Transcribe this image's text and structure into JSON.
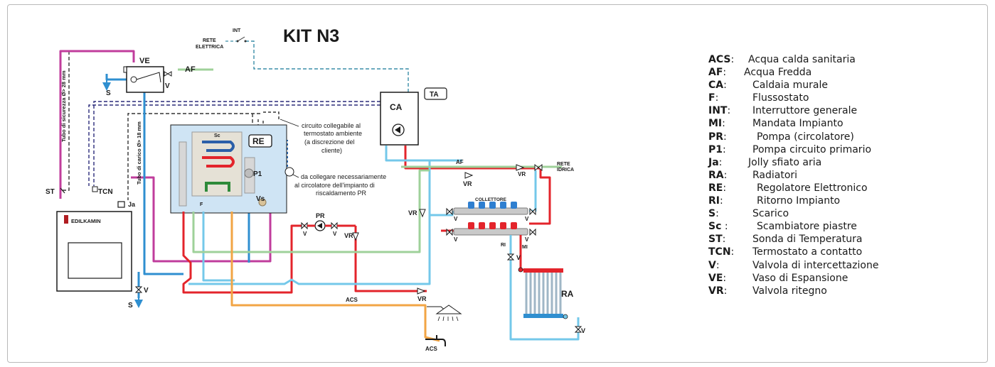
{
  "title": "KIT N3",
  "labels": {
    "int": "INT",
    "rete_elettrica": [
      "RETE",
      "ELETTRICA"
    ],
    "ve": "VE",
    "af_top": "AF",
    "s_top": "S",
    "v_top": "V",
    "tubo_sicurezza": "Tubo di sicurezza Ø> 28 mm",
    "tubo_carico": "Tubo di carico Ø> 18 mm",
    "st": "ST",
    "tcn": "TCN",
    "ja": "Ja",
    "brand": "EDILKAMIN",
    "v_bottom": "V",
    "s_bottom": "S",
    "sc": "Sc",
    "f": "F",
    "p1": "P1",
    "vs": "Vs",
    "re": "RE",
    "circuit_note": [
      "circuito collegabile al",
      "termostato ambiente",
      "(a discrezione del",
      "cliente)"
    ],
    "pump_note": [
      "da collegare necessariamente",
      "al circolatore dell'impianto di",
      "riscaldamento PR"
    ],
    "ca": "CA",
    "ta": "TA",
    "af_right": "AF",
    "rete_idrica": [
      "RETE",
      "IDRICA"
    ],
    "vr_top": "VR",
    "vr_af": "VR",
    "pr": "PR",
    "v_pr_left": "V",
    "v_pr_right": "V",
    "vr_pr": "VR",
    "vr_left": "VR",
    "collettore": "COLLETTORE",
    "v_coll_1": "V",
    "v_coll_2": "V",
    "v_coll_3": "V",
    "v_coll_4": "V",
    "ri": "RI",
    "mi": "MI",
    "v_mi": "V",
    "ra": "RA",
    "v_ra": "V",
    "acs_pipe": "ACS",
    "vr_bottom": "VR",
    "acs_tap": "ACS"
  },
  "legend": [
    {
      "code": "ACS",
      "sep": ":",
      "desc": "Acqua calda sanitaria",
      "indent": 56
    },
    {
      "code": "AF",
      "sep": ":",
      "desc": "Acqua Fredda",
      "indent": 50
    },
    {
      "code": "CA",
      "sep": ":",
      "desc": "Caldaia murale",
      "indent": 62
    },
    {
      "code": "F",
      "sep": ":",
      "desc": "Flussostato",
      "indent": 62
    },
    {
      "code": "INT",
      "sep": ":",
      "desc": "Interruttore generale",
      "indent": 62
    },
    {
      "code": "MI",
      "sep": ":",
      "desc": "Mandata Impianto",
      "indent": 62
    },
    {
      "code": "PR",
      "sep": ":",
      "desc": "Pompa (circolatore)",
      "indent": 68
    },
    {
      "code": "P1",
      "sep": ":",
      "desc": "Pompa circuito primario",
      "indent": 62
    },
    {
      "code": "Ja",
      "sep": ":",
      "desc": "Jolly sfiato aria",
      "indent": 56
    },
    {
      "code": "RA",
      "sep": ":",
      "desc": "Radiatori",
      "indent": 62
    },
    {
      "code": "RE",
      "sep": ":",
      "desc": "Regolatore Elettronico",
      "indent": 68
    },
    {
      "code": "RI",
      "sep": ":",
      "desc": "Ritorno Impianto",
      "indent": 68
    },
    {
      "code": "S",
      "sep": ":",
      "desc": "Scarico",
      "indent": 62
    },
    {
      "code": "Sc",
      "sep": " :",
      "desc": "Scambiatore piastre",
      "indent": 68
    },
    {
      "code": "ST",
      "sep": ":",
      "desc": "Sonda di Temperatura",
      "indent": 62
    },
    {
      "code": "TCN",
      "sep": ":",
      "desc": "Termostato a contatto",
      "indent": 62
    },
    {
      "code": "V",
      "sep": ":",
      "desc": "Valvola di intercettazione",
      "indent": 62
    },
    {
      "code": "VE",
      "sep": ":",
      "desc": "Vaso di Espansione",
      "indent": 62
    },
    {
      "code": "VR",
      "sep": ":",
      "desc": "Valvola ritegno",
      "indent": 62
    }
  ],
  "colors": {
    "hot": "#e3242b",
    "cold": "#74c8ea",
    "mid_blue": "#2f8fd0",
    "green": "#9fd19a",
    "magenta": "#c03d9c",
    "orange": "#f2a545",
    "dark_dashed": "#2b2b7a",
    "teal_dashed": "#3b8ea8",
    "panel": "#cfe4f4"
  }
}
